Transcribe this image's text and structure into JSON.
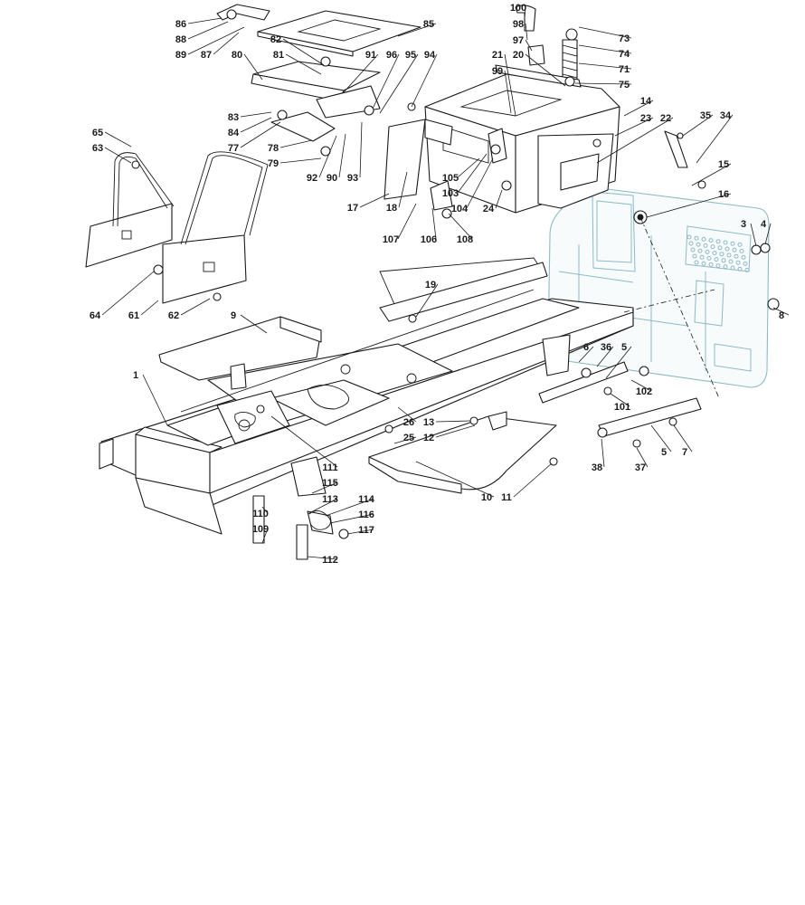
{
  "callouts": [
    {
      "id": "c1",
      "text": "86"
    },
    {
      "id": "c2",
      "text": "88"
    },
    {
      "id": "c3",
      "text": "89"
    },
    {
      "id": "c4",
      "text": "87"
    },
    {
      "id": "c5",
      "text": "85"
    },
    {
      "id": "c6",
      "text": "82"
    },
    {
      "id": "c7",
      "text": "80"
    },
    {
      "id": "c8",
      "text": "81"
    },
    {
      "id": "c9",
      "text": "91"
    },
    {
      "id": "c10",
      "text": "96"
    },
    {
      "id": "c11",
      "text": "95"
    },
    {
      "id": "c12",
      "text": "94"
    },
    {
      "id": "c13",
      "text": "100"
    },
    {
      "id": "c14",
      "text": "98"
    },
    {
      "id": "c15",
      "text": "97"
    },
    {
      "id": "c16",
      "text": "20"
    },
    {
      "id": "c17",
      "text": "21"
    },
    {
      "id": "c18",
      "text": "99"
    },
    {
      "id": "c19",
      "text": "73"
    },
    {
      "id": "c20",
      "text": "74"
    },
    {
      "id": "c21",
      "text": "71"
    },
    {
      "id": "c22",
      "text": "75"
    },
    {
      "id": "c23",
      "text": "14"
    },
    {
      "id": "c24",
      "text": "23"
    },
    {
      "id": "c25",
      "text": "22"
    },
    {
      "id": "c26",
      "text": "35"
    },
    {
      "id": "c27",
      "text": "34"
    },
    {
      "id": "c28",
      "text": "65"
    },
    {
      "id": "c29",
      "text": "63"
    },
    {
      "id": "c30",
      "text": "83"
    },
    {
      "id": "c31",
      "text": "84"
    },
    {
      "id": "c32",
      "text": "77"
    },
    {
      "id": "c33",
      "text": "78"
    },
    {
      "id": "c34",
      "text": "79"
    },
    {
      "id": "c35",
      "text": "92"
    },
    {
      "id": "c36",
      "text": "90"
    },
    {
      "id": "c37",
      "text": "93"
    },
    {
      "id": "c38",
      "text": "105"
    },
    {
      "id": "c39",
      "text": "103"
    },
    {
      "id": "c40",
      "text": "104"
    },
    {
      "id": "c41",
      "text": "24"
    },
    {
      "id": "c42",
      "text": "15"
    },
    {
      "id": "c43",
      "text": "16"
    },
    {
      "id": "c44",
      "text": "17"
    },
    {
      "id": "c45",
      "text": "18"
    },
    {
      "id": "c46",
      "text": "107"
    },
    {
      "id": "c47",
      "text": "106"
    },
    {
      "id": "c48",
      "text": "108"
    },
    {
      "id": "c49",
      "text": "3"
    },
    {
      "id": "c50",
      "text": "4"
    },
    {
      "id": "c51",
      "text": "64"
    },
    {
      "id": "c52",
      "text": "61"
    },
    {
      "id": "c53",
      "text": "62"
    },
    {
      "id": "c54",
      "text": "9"
    },
    {
      "id": "c55",
      "text": "19"
    },
    {
      "id": "c56",
      "text": "8"
    },
    {
      "id": "c57",
      "text": "6"
    },
    {
      "id": "c58",
      "text": "36"
    },
    {
      "id": "c59",
      "text": "5"
    },
    {
      "id": "c60",
      "text": "1"
    },
    {
      "id": "c61",
      "text": "102"
    },
    {
      "id": "c62",
      "text": "101"
    },
    {
      "id": "c63",
      "text": "26"
    },
    {
      "id": "c64",
      "text": "13"
    },
    {
      "id": "c65",
      "text": "25"
    },
    {
      "id": "c66",
      "text": "12"
    },
    {
      "id": "c67",
      "text": "5"
    },
    {
      "id": "c68",
      "text": "7"
    },
    {
      "id": "c69",
      "text": "111"
    },
    {
      "id": "c70",
      "text": "115"
    },
    {
      "id": "c71",
      "text": "38"
    },
    {
      "id": "c72",
      "text": "37"
    },
    {
      "id": "c73",
      "text": "10"
    },
    {
      "id": "c74",
      "text": "11"
    },
    {
      "id": "c75",
      "text": "110"
    },
    {
      "id": "c76",
      "text": "113"
    },
    {
      "id": "c77",
      "text": "114"
    },
    {
      "id": "c78",
      "text": "116"
    },
    {
      "id": "c79",
      "text": "109"
    },
    {
      "id": "c80",
      "text": "117"
    },
    {
      "id": "c81",
      "text": "112"
    }
  ],
  "colors": {
    "ink": "#1a1a1a",
    "ghost": "#8fb9c4",
    "background": "#ffffff"
  }
}
